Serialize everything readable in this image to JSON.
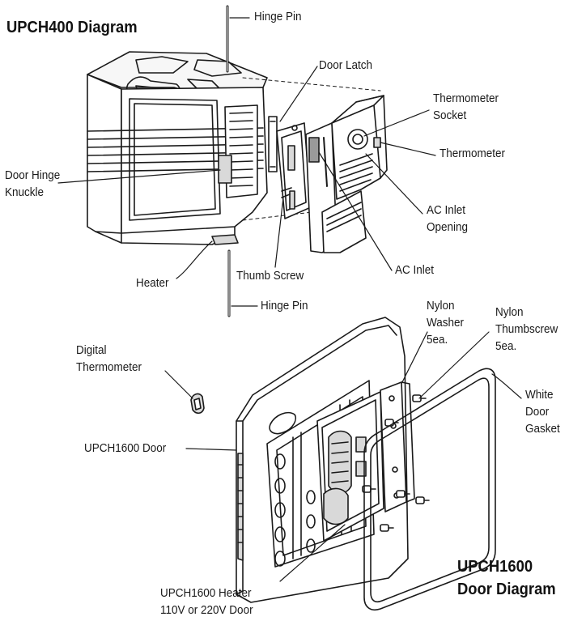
{
  "titles": {
    "upch400": "UPCH400 Diagram",
    "upch1600_line1": "UPCH1600",
    "upch1600_line2": "Door Diagram"
  },
  "labels": {
    "hinge_pin_top": "Hinge Pin",
    "door_latch": "Door Latch",
    "thermometer_socket_1": "Thermometer",
    "thermometer_socket_2": "Socket",
    "thermometer": "Thermometer",
    "door_hinge_knuckle_1": "Door Hinge",
    "door_hinge_knuckle_2": "Knuckle",
    "ac_inlet_opening_1": "AC Inlet",
    "ac_inlet_opening_2": "Opening",
    "ac_inlet": "AC Inlet",
    "heater": "Heater",
    "thumb_screw": "Thumb Screw",
    "hinge_pin_bottom": "Hinge Pin",
    "nylon_washer_1": "Nylon",
    "nylon_washer_2": "Washer",
    "nylon_washer_3": "5ea.",
    "nylon_thumbscrew_1": "Nylon",
    "nylon_thumbscrew_2": "Thumbscrew",
    "nylon_thumbscrew_3": "5ea.",
    "digital_thermometer_1": "Digital",
    "digital_thermometer_2": "Thermometer",
    "white_door_gasket_1": "White",
    "white_door_gasket_2": "Door",
    "white_door_gasket_3": "Gasket",
    "upch1600_door": "UPCH1600 Door",
    "upch1600_heater_1": "UPCH1600 Heater",
    "upch1600_heater_2": "110V or 220V Door"
  },
  "colors": {
    "ink": "#1a1a1a",
    "paper": "#ffffff",
    "shade": "#d9d9d9",
    "shade_dark": "#9a9a9a"
  }
}
